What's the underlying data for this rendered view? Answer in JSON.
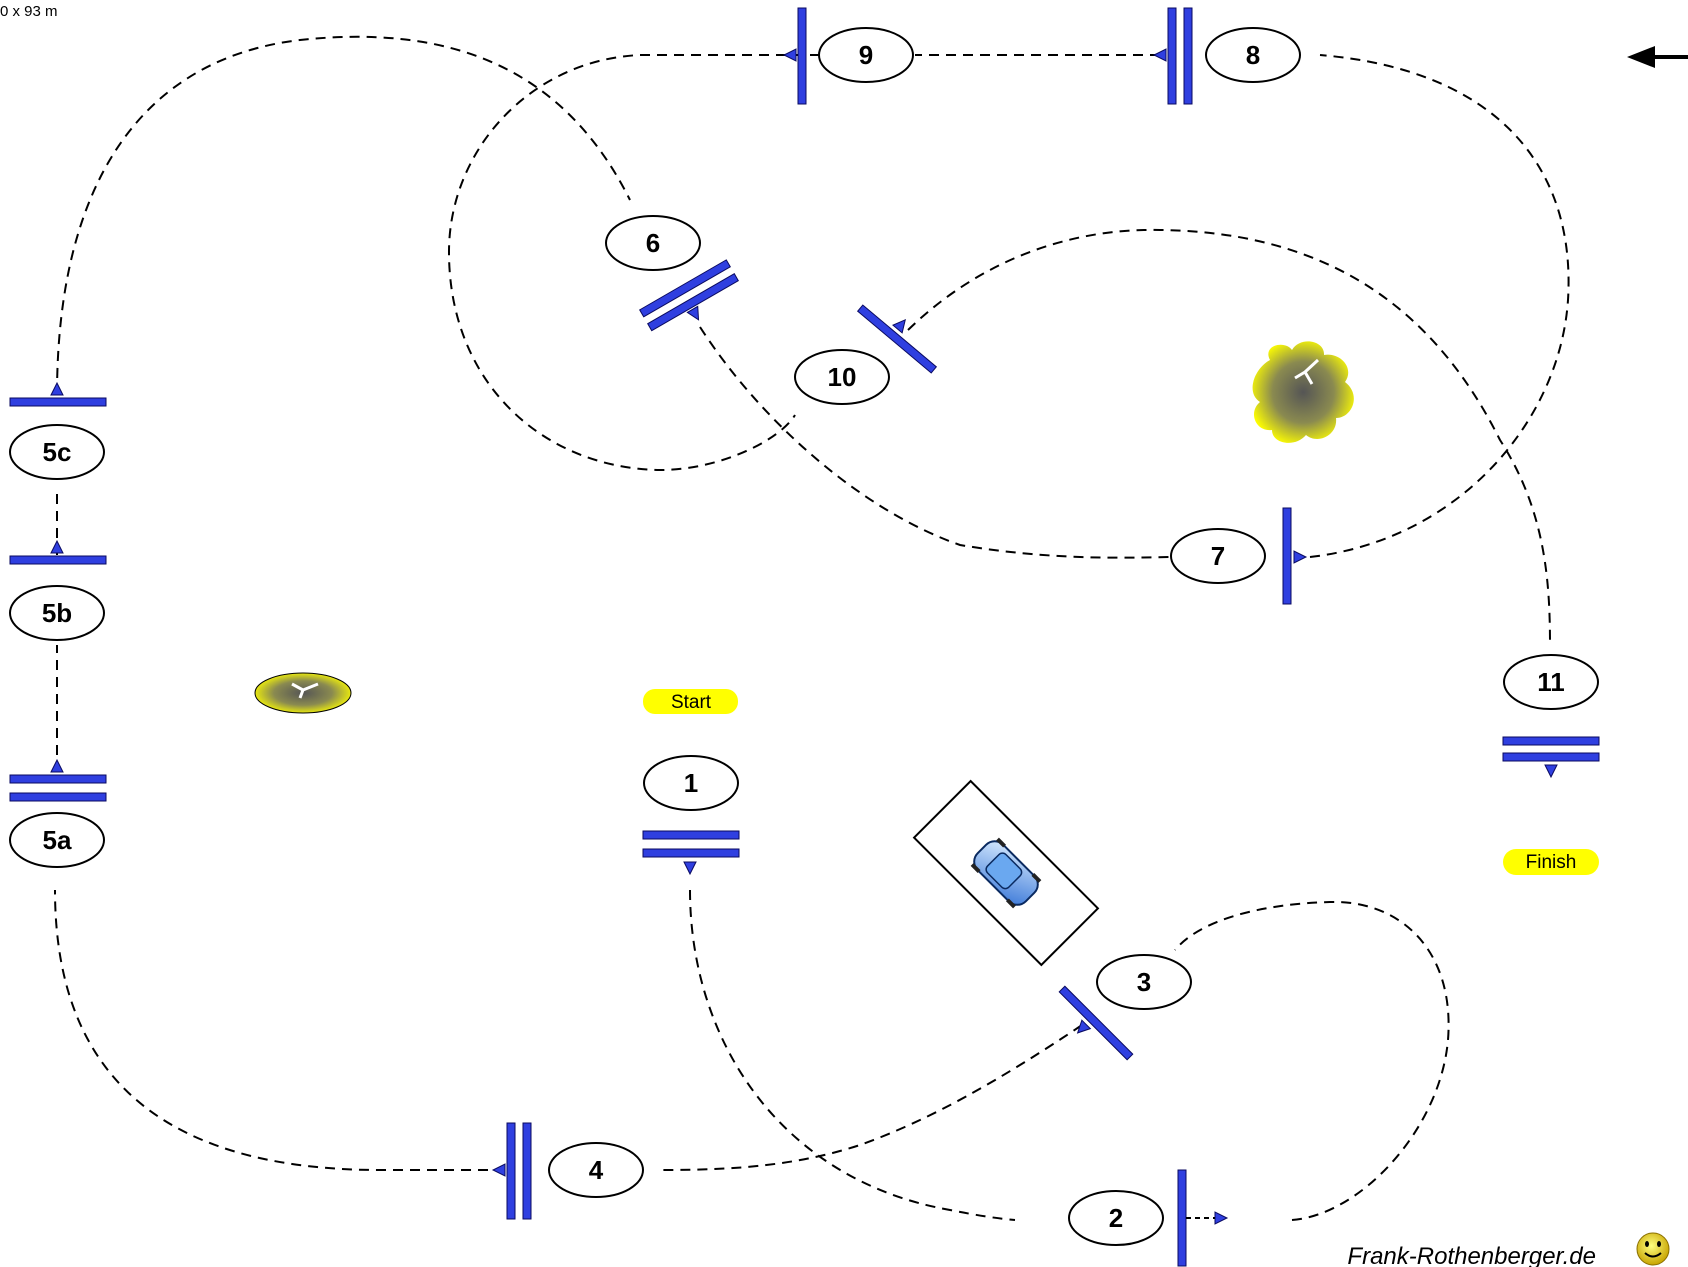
{
  "header": {
    "dimensions": "0 x 93 m"
  },
  "footer": {
    "credit": "Frank-Rothenberger.de",
    "smiley_icon": "smiley-face-icon"
  },
  "markers": {
    "start": "Start",
    "finish": "Finish"
  },
  "colors": {
    "gate": "#2f3fe0",
    "marker_pill": "#ffff00",
    "path": "#000000"
  },
  "gates": [
    {
      "id": "1",
      "label": "1"
    },
    {
      "id": "2",
      "label": "2"
    },
    {
      "id": "3",
      "label": "3"
    },
    {
      "id": "4",
      "label": "4"
    },
    {
      "id": "5a",
      "label": "5a"
    },
    {
      "id": "5b",
      "label": "5b"
    },
    {
      "id": "5c",
      "label": "5c"
    },
    {
      "id": "6",
      "label": "6"
    },
    {
      "id": "7",
      "label": "7"
    },
    {
      "id": "8",
      "label": "8"
    },
    {
      "id": "9",
      "label": "9"
    },
    {
      "id": "10",
      "label": "10"
    },
    {
      "id": "11",
      "label": "11"
    }
  ],
  "icons": {
    "direction_arrow": "arrow-left-icon",
    "car": "car-icon",
    "obstacle": "bush-icon"
  }
}
